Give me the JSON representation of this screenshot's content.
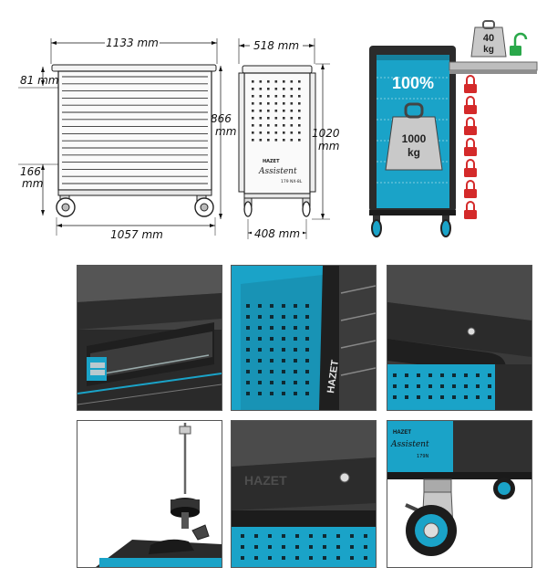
{
  "dimensions": {
    "width_top": "1133 mm",
    "depth_top": "518 mm",
    "top_offset": "81 mm",
    "height": "866 mm",
    "total_height": "1020 mm",
    "caster_height": "166 mm",
    "wheelbase_width": "1057 mm",
    "wheelbase_depth": "408 mm"
  },
  "load_diagram": {
    "drawer_weight": "40\nkg",
    "drawer_weight_line1": "40",
    "drawer_weight_line2": "kg",
    "percent": "100%",
    "total_weight_line1": "1000",
    "total_weight_line2": "kg",
    "lock_count": 7
  },
  "branding": {
    "brand": "HAZET",
    "model": "Assistent",
    "model_code": "179 NX-8L",
    "model_code_small": "179N"
  },
  "colors": {
    "accent": "#1aa3c8",
    "dark": "#2b2b2b",
    "lock_red": "#d42a2a",
    "lock_green": "#2aa84a"
  }
}
